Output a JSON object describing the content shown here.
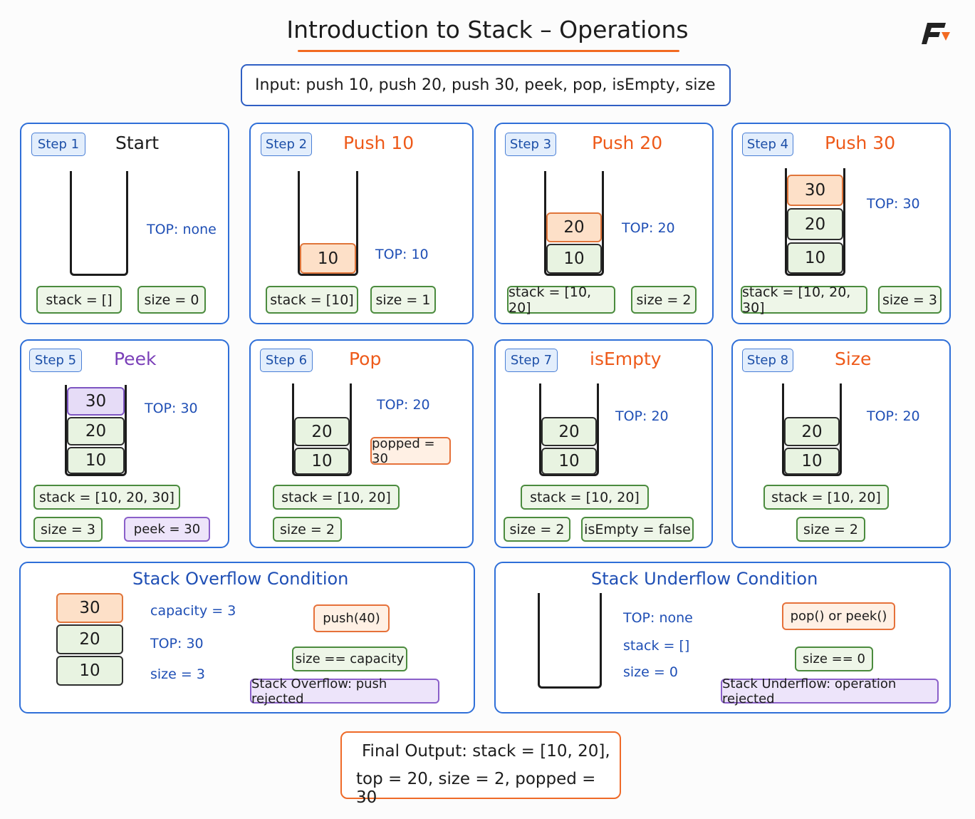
{
  "title": "Introduction to Stack – Operations",
  "input_text": "Input:  push 10, push 20, push 30, peek, pop, isEmpty, size",
  "steps": [
    {
      "badge": "Step 1",
      "title": "Start",
      "top": "TOP: none",
      "cells": [],
      "tags": [
        "stack = []",
        "size = 0"
      ]
    },
    {
      "badge": "Step 2",
      "title": "Push 10",
      "top": "TOP: 10",
      "cells": [
        "10"
      ],
      "tags": [
        "stack = [10]",
        "size = 1"
      ]
    },
    {
      "badge": "Step 3",
      "title": "Push 20",
      "top": "TOP: 20",
      "cells": [
        "20",
        "10"
      ],
      "tags": [
        "stack = [10, 20]",
        "size = 2"
      ]
    },
    {
      "badge": "Step 4",
      "title": "Push 30",
      "top": "TOP: 30",
      "cells": [
        "30",
        "20",
        "10"
      ],
      "tags": [
        "stack = [10, 20, 30]",
        "size = 3"
      ]
    },
    {
      "badge": "Step 5",
      "title": "Peek",
      "top": "TOP: 30",
      "cells": [
        "30",
        "20",
        "10"
      ],
      "tags": [
        "stack = [10, 20, 30]",
        "size = 3",
        "peek = 30"
      ]
    },
    {
      "badge": "Step 6",
      "title": "Pop",
      "top": "TOP: 20",
      "cells": [
        "20",
        "10"
      ],
      "extra": "popped = 30",
      "tags": [
        "stack = [10, 20]",
        "size = 2"
      ]
    },
    {
      "badge": "Step 7",
      "title": "isEmpty",
      "top": "TOP: 20",
      "cells": [
        "20",
        "10"
      ],
      "tags": [
        "stack = [10, 20]",
        "size = 2",
        "isEmpty = false"
      ]
    },
    {
      "badge": "Step 8",
      "title": "Size",
      "top": "TOP: 20",
      "cells": [
        "20",
        "10"
      ],
      "tags": [
        "stack = [10, 20]",
        "size = 2"
      ]
    }
  ],
  "overflow": {
    "title": "Stack Overflow Condition",
    "cells": [
      "30",
      "20",
      "10"
    ],
    "info": [
      "capacity = 3",
      "TOP: 30",
      "size = 3"
    ],
    "flow": [
      "push(40)",
      "size == capacity",
      "Stack Overflow: push rejected"
    ]
  },
  "underflow": {
    "title": "Stack Underflow Condition",
    "info": [
      "TOP: none",
      "stack = []",
      "size = 0"
    ],
    "flow": [
      "pop() or peek()",
      "size == 0",
      "Stack Underflow: operation rejected"
    ]
  },
  "final": {
    "line1": "Final Output: stack = [10, 20],",
    "line2": "top = 20, size = 2, popped = 30"
  },
  "colors": {
    "accent": "#f26a21",
    "blue": "#2f6fd8",
    "green": "#4b8b3e",
    "purple": "#8a5fc9"
  }
}
